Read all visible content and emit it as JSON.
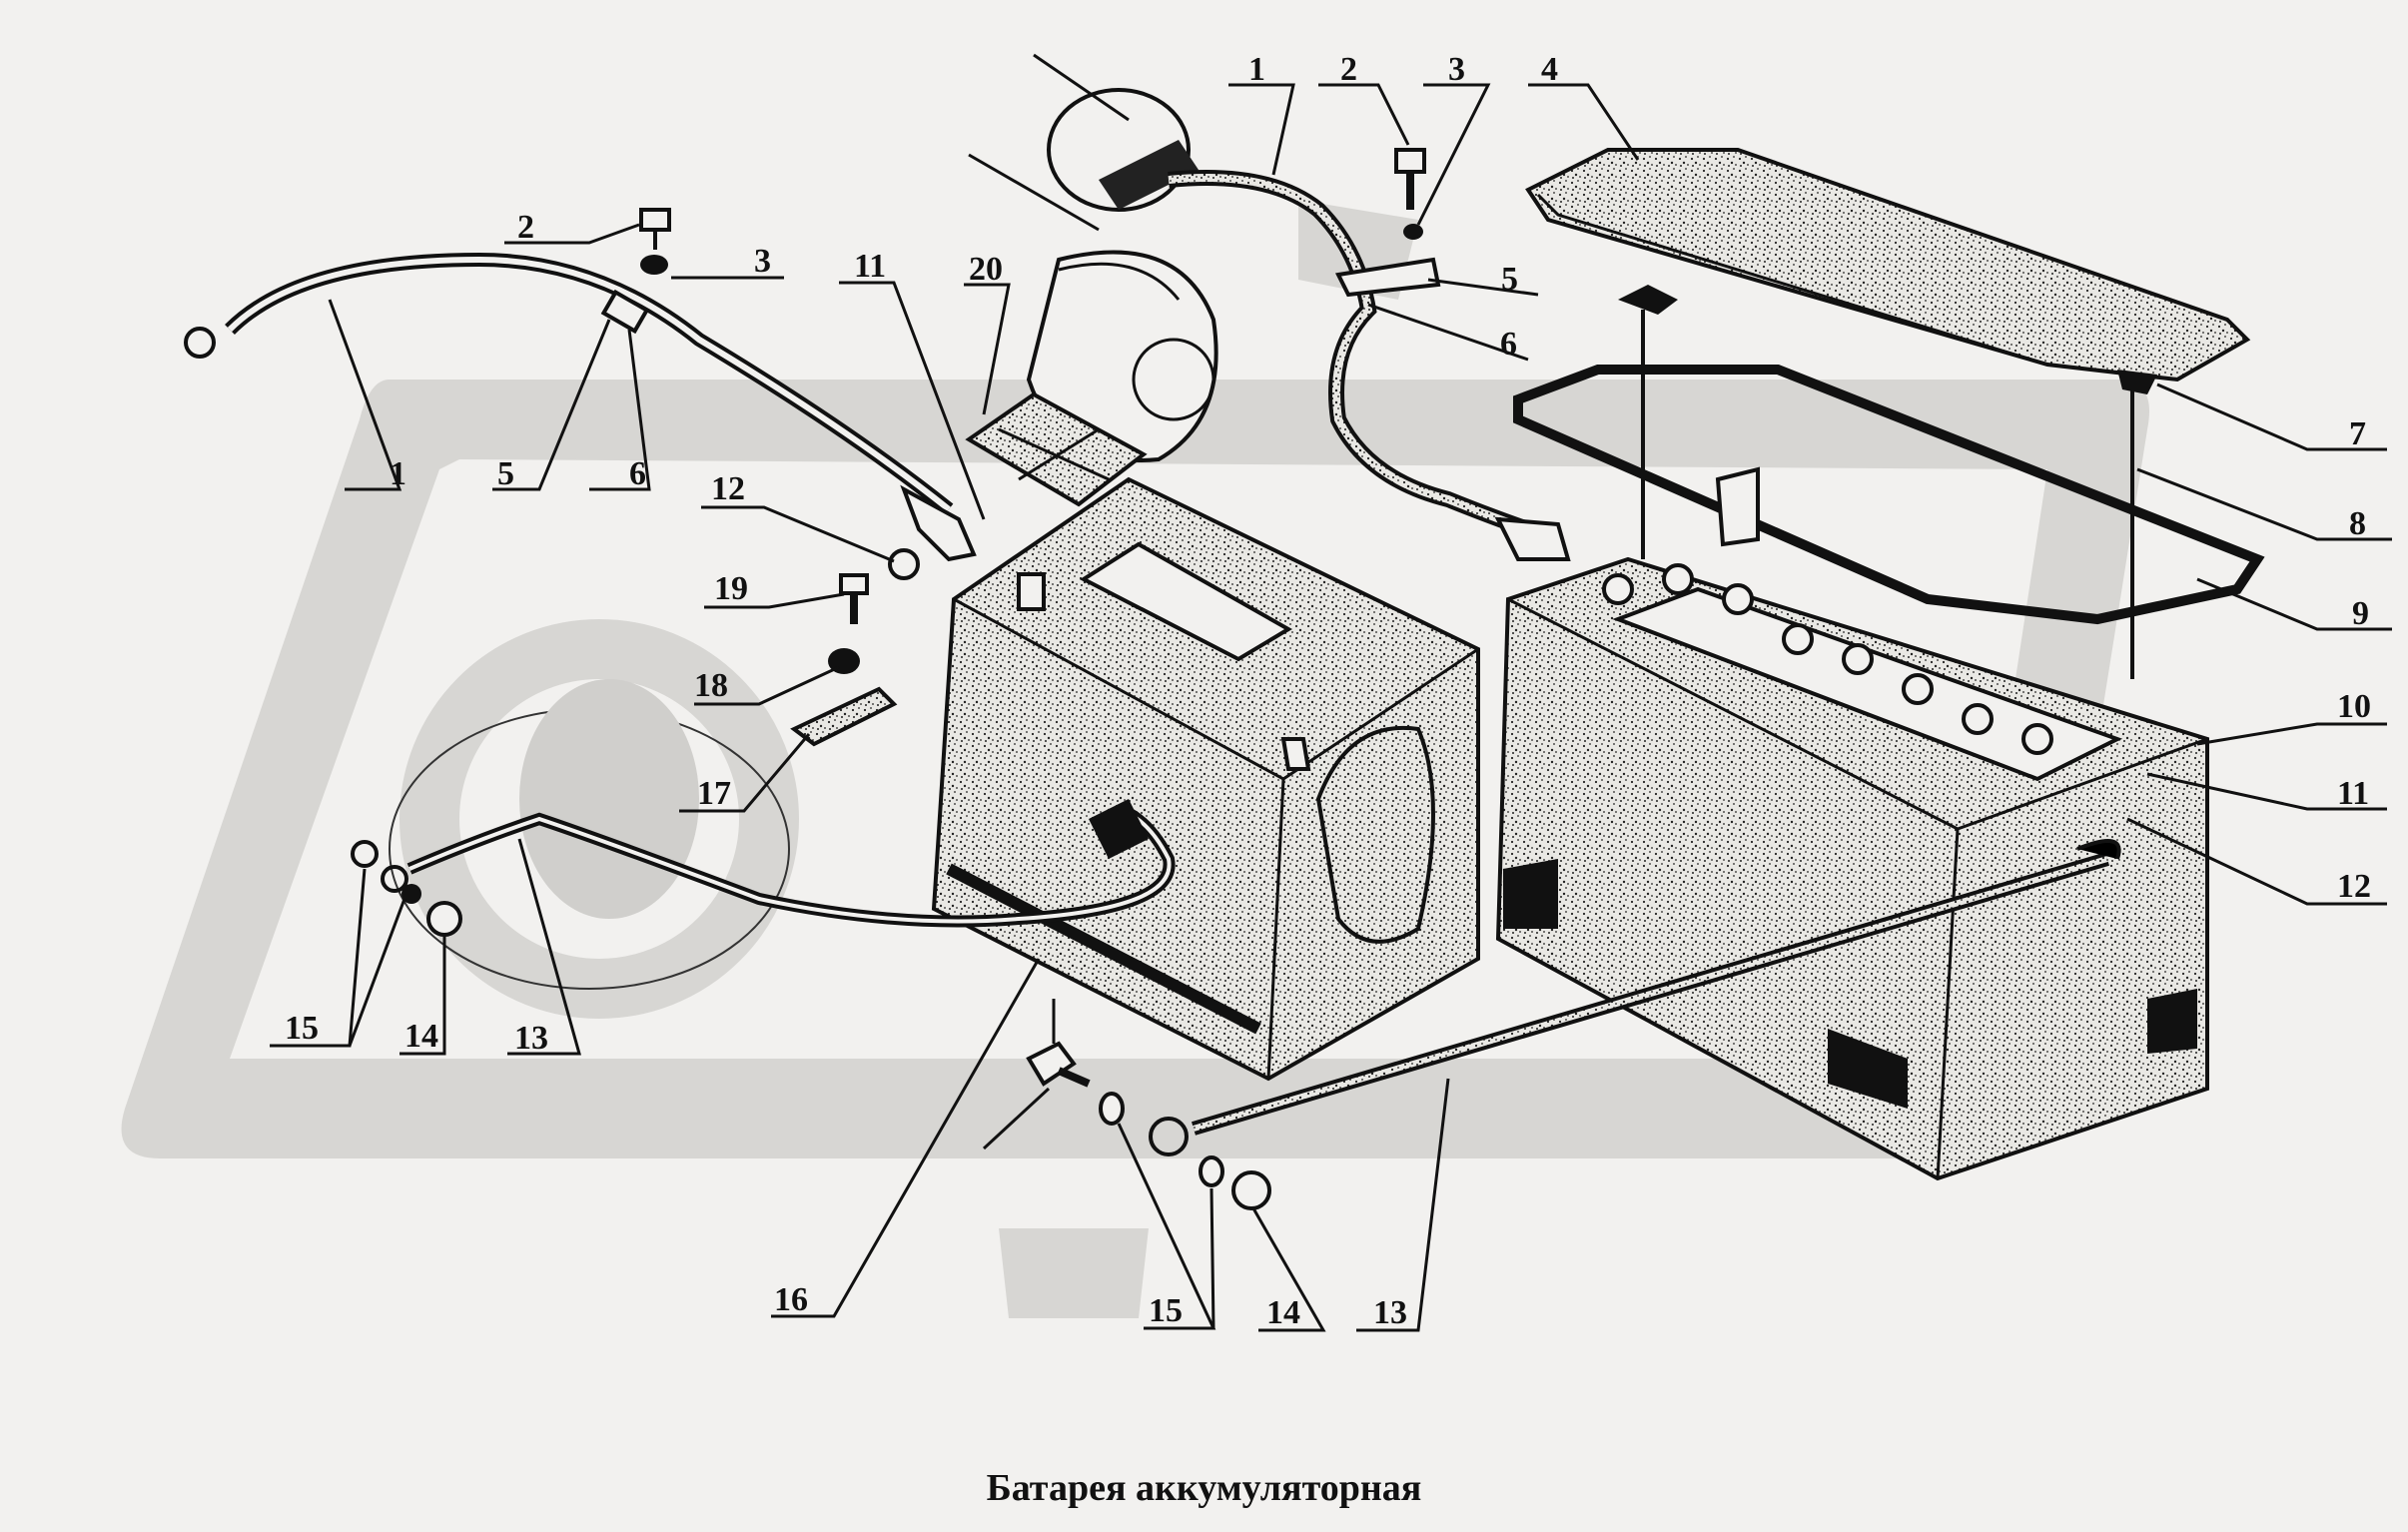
{
  "caption": "Батарея аккумуляторная",
  "callouts": [
    {
      "id": "l1a",
      "text": "1"
    },
    {
      "id": "l2a",
      "text": "2"
    },
    {
      "id": "l3a",
      "text": "3"
    },
    {
      "id": "l5a",
      "text": "5"
    },
    {
      "id": "l6a",
      "text": "6"
    },
    {
      "id": "l11a",
      "text": "11"
    },
    {
      "id": "l20",
      "text": "20"
    },
    {
      "id": "l12a",
      "text": "12"
    },
    {
      "id": "l19",
      "text": "19"
    },
    {
      "id": "l18",
      "text": "18"
    },
    {
      "id": "l17",
      "text": "17"
    },
    {
      "id": "l15a",
      "text": "15"
    },
    {
      "id": "l14a",
      "text": "14"
    },
    {
      "id": "l13a",
      "text": "13"
    },
    {
      "id": "l16",
      "text": "16"
    },
    {
      "id": "l15b",
      "text": "15"
    },
    {
      "id": "l14b",
      "text": "14"
    },
    {
      "id": "l13b",
      "text": "13"
    },
    {
      "id": "l1b",
      "text": "1"
    },
    {
      "id": "l2b",
      "text": "2"
    },
    {
      "id": "l3b",
      "text": "3"
    },
    {
      "id": "l4",
      "text": "4"
    },
    {
      "id": "l5b",
      "text": "5"
    },
    {
      "id": "l6b",
      "text": "6"
    },
    {
      "id": "l7",
      "text": "7"
    },
    {
      "id": "l8",
      "text": "8"
    },
    {
      "id": "l9",
      "text": "9"
    },
    {
      "id": "l10",
      "text": "10"
    },
    {
      "id": "l11b",
      "text": "11"
    },
    {
      "id": "l12b",
      "text": "12"
    }
  ]
}
